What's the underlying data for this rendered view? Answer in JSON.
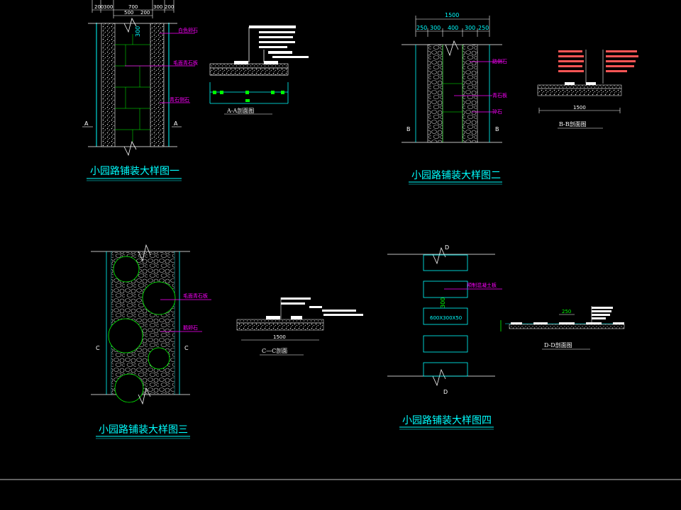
{
  "colors": {
    "background": "#000000",
    "title": "#00ffff",
    "outline": "#00ffff",
    "joint": "#00ff00",
    "leader": "#ff00ff",
    "text": "#ffffff"
  },
  "detail_1": {
    "title": "小园路铺装大样图一",
    "dims_top": [
      "200",
      "300",
      "700",
      "300",
      "200"
    ],
    "dims_mid": [
      "500",
      "200"
    ],
    "dim_vertical": "300",
    "labels": [
      "白色卵石",
      "毛面青石板",
      "青石侧石"
    ],
    "section_mark": "A",
    "section_title": "A-A剖面图"
  },
  "detail_2": {
    "title": "小园路铺装大样图二",
    "dim_total": "1500",
    "dims": [
      "250",
      "300",
      "400",
      "300",
      "250"
    ],
    "labels": [
      "路侧石",
      "青石板",
      "碎石"
    ],
    "section_mark": "B",
    "section_title": "B-B剖面图",
    "section_dim": "1500"
  },
  "detail_3": {
    "title": "小园路铺装大样图三",
    "labels": [
      "毛面青石板",
      "鹅卵石"
    ],
    "section_mark": "C",
    "section_title": "C—C剖面",
    "section_dim": "1500"
  },
  "detail_4": {
    "title": "小园路铺装大样图四",
    "labels": [
      "预制混凝土板"
    ],
    "slab_label": "600X300X50",
    "dim_vertical": "300",
    "section_mark": "D",
    "section_title": "D-D剖面图",
    "section_dim": "250"
  }
}
